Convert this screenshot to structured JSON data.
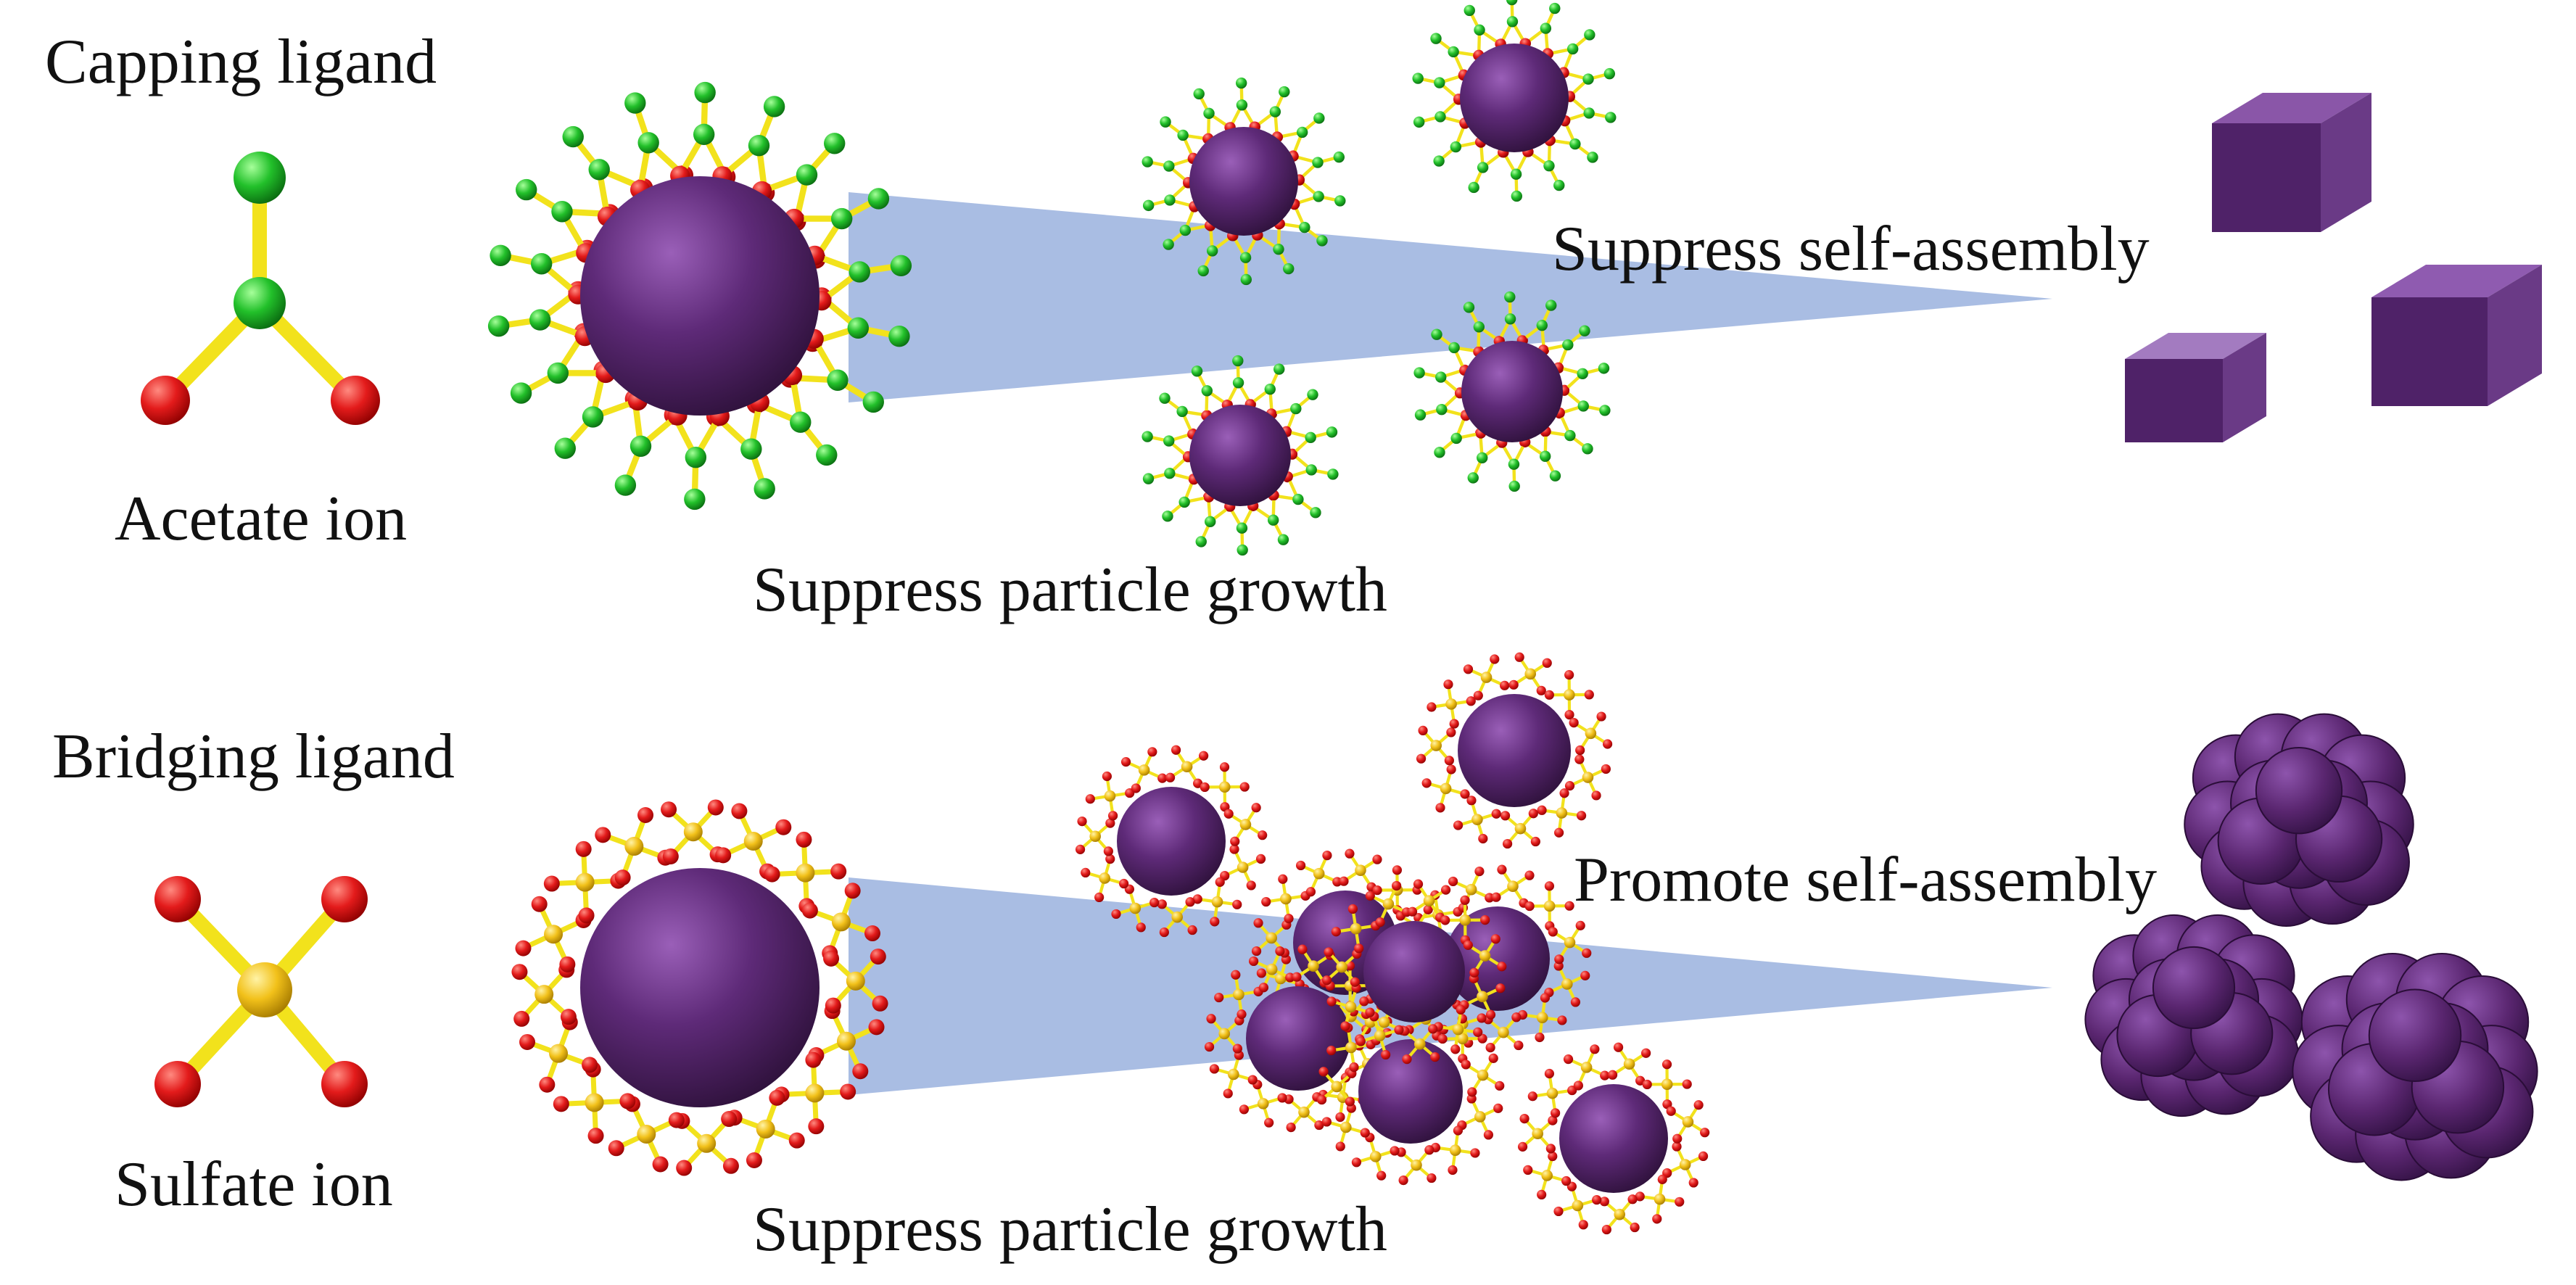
{
  "top": {
    "ligand_type": "Capping ligand",
    "ion_name": "Acetate ion",
    "growth_label": "Suppress particle growth",
    "assembly_label": "Suppress self-assembly",
    "outcome": "discrete cubes"
  },
  "bottom": {
    "ligand_type": "Bridging ligand",
    "ion_name": "Sulfate ion",
    "growth_label": "Suppress particle growth",
    "assembly_label": "Promote self-assembly",
    "outcome": "clustered aggregates"
  },
  "colors": {
    "particle": "#5a2a6e",
    "cube": "#6b3a80",
    "oxygen": "#e31b1b",
    "carbon": "#1fc02a",
    "sulfur": "#f2c11a",
    "bond": "#f2e21c",
    "wedge": "#a9bde3"
  }
}
